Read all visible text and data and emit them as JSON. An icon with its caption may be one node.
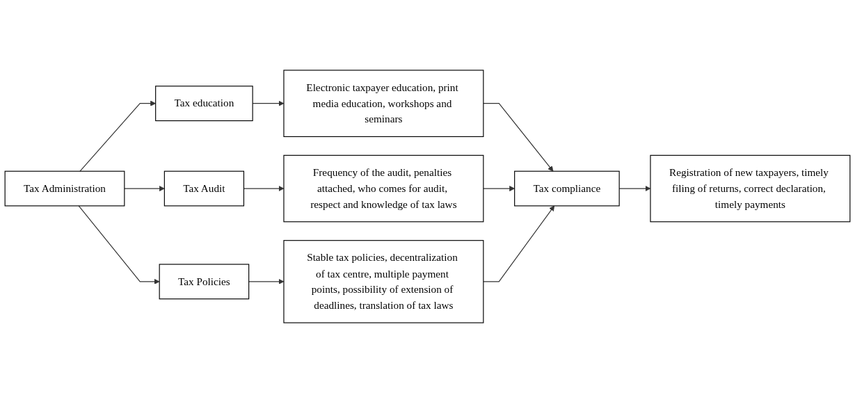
{
  "diagram": {
    "nodes": [
      {
        "text": [
          "Tax Administration"
        ]
      },
      {
        "text": [
          "Tax education"
        ]
      },
      {
        "text": [
          "Tax Audit"
        ]
      },
      {
        "text": [
          "Tax Policies"
        ]
      },
      {
        "text": [
          "Electronic taxpayer education, print media education, workshops and seminars"
        ]
      },
      {
        "text": [
          "Frequency of the audit, penalties attached, who comes for audit, respect and knowledge of tax laws"
        ]
      },
      {
        "text": [
          "Stable tax policies, decentralization of tax centre, multiple payment points, possibility of extension of deadlines, translation of tax laws"
        ]
      },
      {
        "text": [
          "Tax compliance"
        ]
      },
      {
        "text": [
          "Registration of new taxpayers, timely filing of returns, correct declaration, timely payments"
        ]
      }
    ],
    "edges": [
      {
        "from": 0,
        "to": 1,
        "arrow": "to"
      },
      {
        "from": 0,
        "to": 2,
        "arrow": "to"
      },
      {
        "from": 0,
        "to": 3,
        "arrow": "to"
      },
      {
        "from": 1,
        "to": 4,
        "arrow": "to"
      },
      {
        "from": 2,
        "to": 5,
        "arrow": "to"
      },
      {
        "from": 3,
        "to": 6,
        "arrow": "to"
      },
      {
        "from": 4,
        "to": 7,
        "arrow": "to"
      },
      {
        "from": 5,
        "to": 7,
        "arrow": "to"
      },
      {
        "from": 6,
        "to": 7,
        "arrow": "to"
      },
      {
        "from": 7,
        "to": 8,
        "arrow": "to"
      }
    ]
  }
}
